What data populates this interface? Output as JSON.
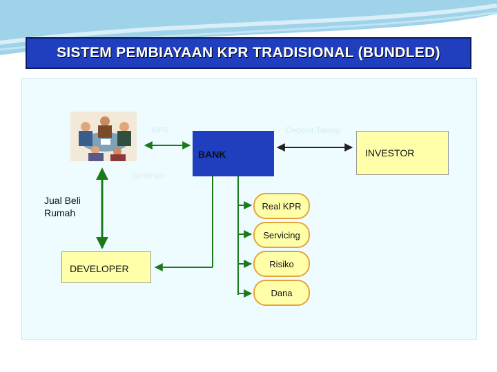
{
  "title": "SISTEM PEMBIAYAAN KPR TRADISIONAL  (BUNDLED)",
  "labels": {
    "kpr": "KPR",
    "deposit_taking": "Deposit Taking",
    "jaminan": "Jaminan",
    "jual_beli_rumah": "Jual Beli\nRumah"
  },
  "nodes": {
    "bank": "BANK",
    "investor": "INVESTOR",
    "developer": "DEVELOPER"
  },
  "functions": [
    "Real KPR",
    "Servicing",
    "Risiko",
    "Dana"
  ],
  "colors": {
    "title_bg": "#1f3fbf",
    "node_yellow": "#ffffaa",
    "connector_green": "#1a7a1a",
    "pill_border": "#e8a23a",
    "panel_bg": "#eefbff"
  }
}
